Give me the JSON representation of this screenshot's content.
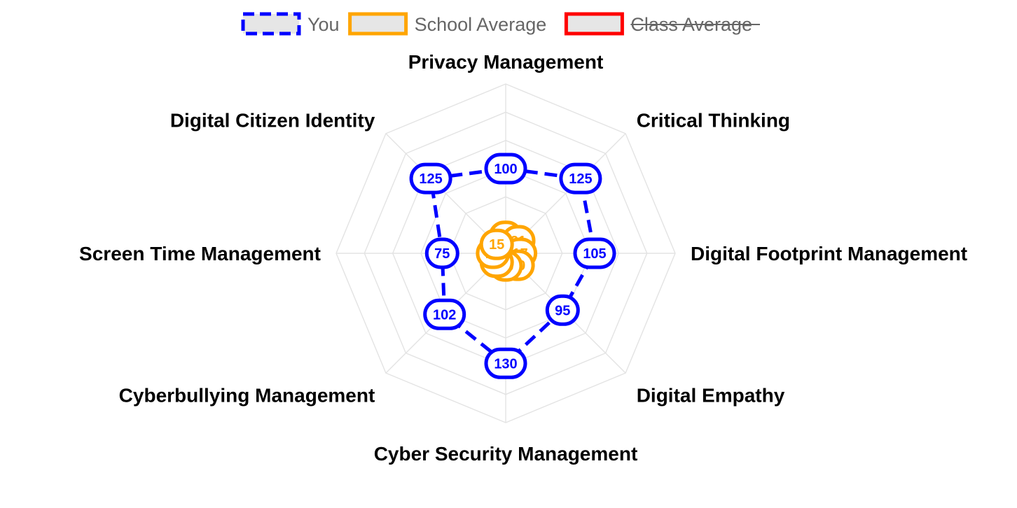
{
  "chart_data": {
    "type": "radar",
    "categories": [
      "Privacy Management",
      "Critical Thinking",
      "Digital Footprint Management",
      "Digital Empathy",
      "Cyber Security Management",
      "Cyberbullying Management",
      "Screen Time Management",
      "Digital Citizen Identity"
    ],
    "series": [
      {
        "name": "You",
        "values": [
          100,
          125,
          105,
          95,
          130,
          102,
          75,
          125
        ],
        "color": "#0000ff",
        "line_style": "dashed",
        "hidden": false
      },
      {
        "name": "School Average",
        "values": [
          20,
          21,
          17,
          20,
          15,
          15,
          15,
          15
        ],
        "color": "#ffa500",
        "line_style": "solid",
        "hidden": false
      },
      {
        "name": "Class Average",
        "values": [],
        "color": "#ff0000",
        "line_style": "solid",
        "hidden": true
      }
    ],
    "r_range": [
      0,
      200
    ],
    "grid": true,
    "legend_position": "top-center"
  }
}
